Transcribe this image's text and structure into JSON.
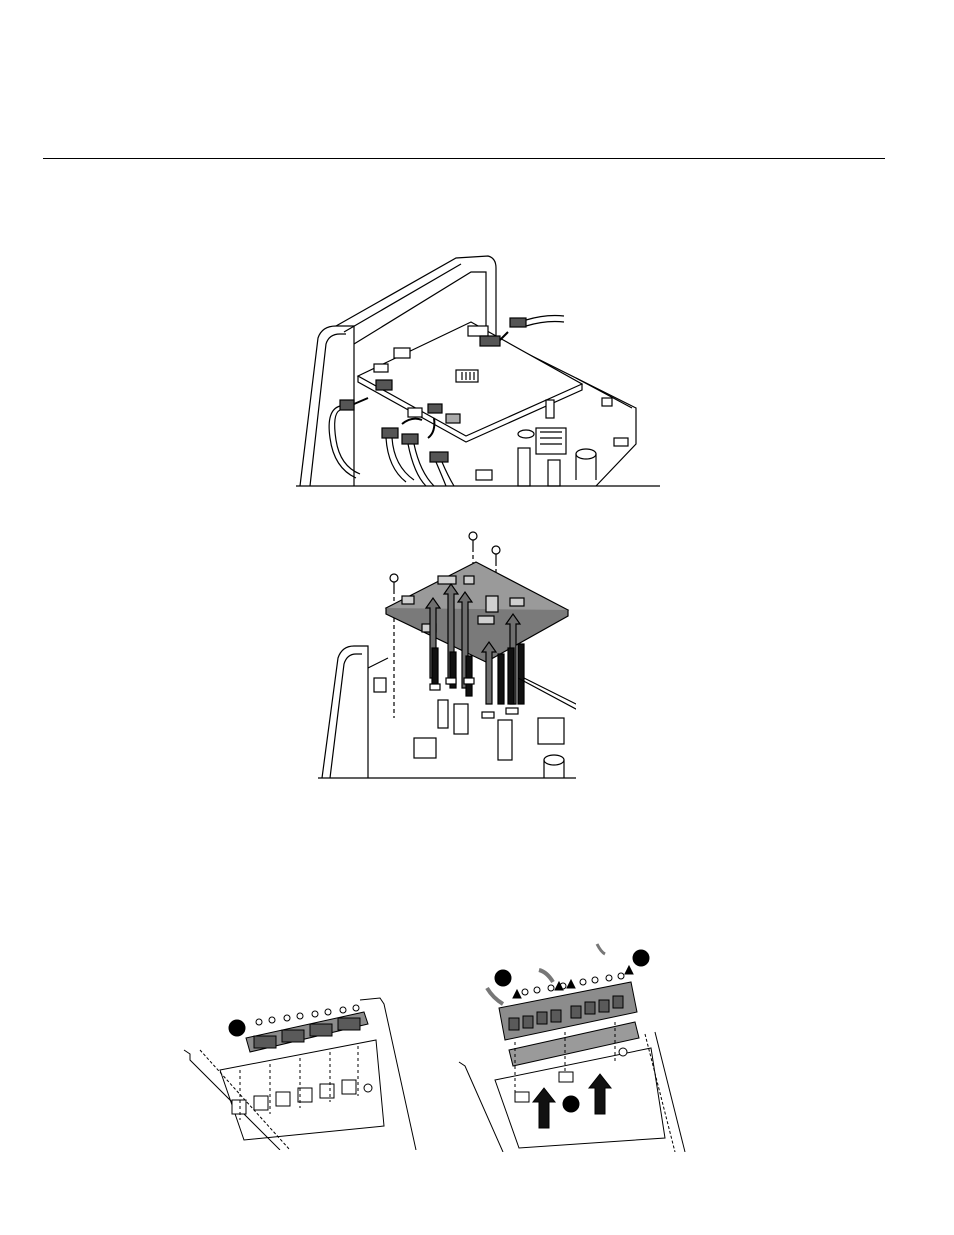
{
  "page": {
    "figures": [
      {
        "id": "fig1",
        "icon": "board-cable-disconnect-illustration"
      },
      {
        "id": "fig2",
        "icon": "board-lift-off-illustration"
      },
      {
        "id": "fig3",
        "icon": "bracket-screws-removal-illustration"
      },
      {
        "id": "fig4",
        "icon": "bracket-lift-illustration"
      }
    ],
    "callouts": {
      "fig3": [
        "",
        ""
      ],
      "fig4": [
        "",
        "",
        ""
      ]
    }
  }
}
